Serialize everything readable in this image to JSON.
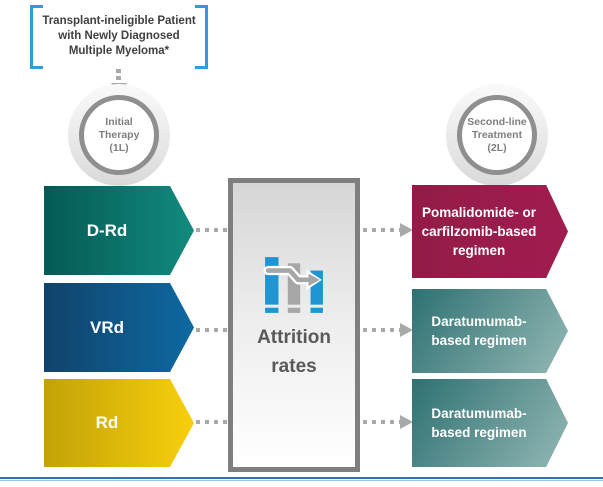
{
  "palette": {
    "bracket_blue": "#2e9fd6",
    "drd_teal_gradient": [
      "#045a55",
      "#128a7e"
    ],
    "vrd_blue_gradient": [
      "#10436b",
      "#0e69a2"
    ],
    "rd_yellow_gradient": [
      "#c2a208",
      "#f8cf0c"
    ],
    "pomalidomide_maroon_gradient": [
      "#931b48",
      "#a01d4f"
    ],
    "daratumumab_teal_gradient": [
      "#2e7172",
      "#93b8b4"
    ],
    "center_box_border_gray": "#7f7f7f",
    "icon_blue": "#1e96d4",
    "icon_gray": "#a6a6a6",
    "connector_gray": "#a9a9a9",
    "bottom_rule_blue": "#2e74b5"
  },
  "header_box": {
    "lines": [
      "Transplant-ineligible Patient",
      "with Newly Diagnosed",
      "Multiple Myeloma*"
    ]
  },
  "stage_circles": [
    {
      "id": "first-line",
      "lines": [
        "Initial",
        "Therapy",
        "(1L)"
      ]
    },
    {
      "id": "second-line",
      "lines": [
        "Second-line",
        "Treatment",
        "(2L)"
      ]
    }
  ],
  "first_line_options": [
    {
      "label": "D-Rd"
    },
    {
      "label": "VRd"
    },
    {
      "label": "Rd"
    }
  ],
  "center_box": {
    "icon": "declining-bar-chart-with-trend-arrow",
    "title_lines": [
      "Attrition",
      "rates"
    ]
  },
  "second_line_options": [
    {
      "lines": [
        "Pomalidomide- or",
        "carfilzomib-based",
        "regimen"
      ]
    },
    {
      "lines": [
        "Daratumumab-",
        "based regimen",
        ""
      ]
    },
    {
      "lines": [
        "Daratumumab-",
        "based regimen",
        ""
      ]
    }
  ]
}
